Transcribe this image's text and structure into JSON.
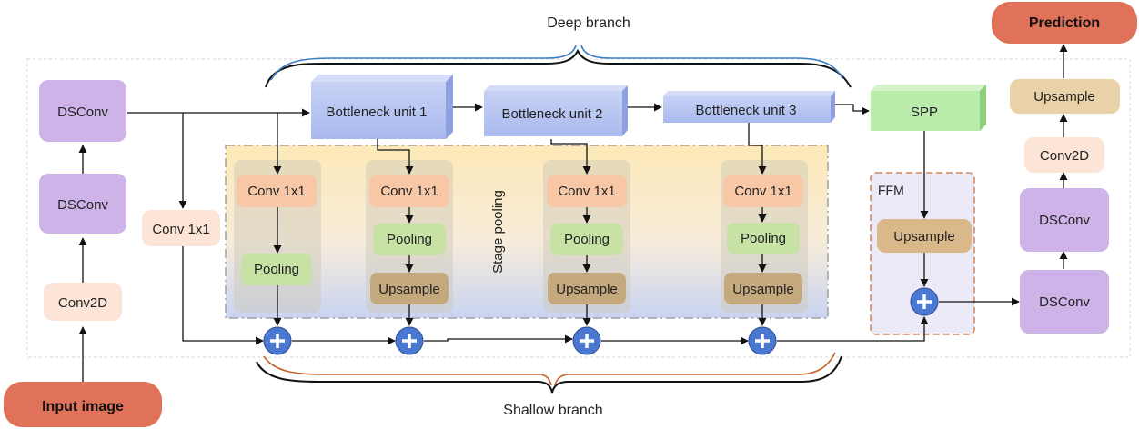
{
  "labels": {
    "deep_branch": "Deep branch",
    "shallow_branch": "Shallow branch",
    "prediction": "Prediction",
    "input_image": "Input image",
    "stage_pooling": "Stage pooling",
    "ffm": "FFM"
  },
  "blocks": {
    "dsconv_top": "DSConv",
    "dsconv_mid": "DSConv",
    "conv2d_in": "Conv2D",
    "conv1x1_side": "Conv 1x1",
    "bottleneck1": "Bottleneck unit 1",
    "bottleneck2": "Bottleneck unit 2",
    "bottleneck3": "Bottleneck unit 3",
    "spp": "SPP",
    "stage1_conv": "Conv 1x1",
    "stage1_pool": "Pooling",
    "stage2_conv": "Conv 1x1",
    "stage2_pool": "Pooling",
    "stage2_up": "Upsample",
    "stage3_conv": "Conv 1x1",
    "stage3_pool": "Pooling",
    "stage3_up": "Upsample",
    "stage4_conv": "Conv 1x1",
    "stage4_pool": "Pooling",
    "stage4_up": "Upsample",
    "ffm_upsample": "Upsample",
    "out_upsample": "Upsample",
    "out_conv2d": "Conv2D",
    "out_dsconv_top": "DSConv",
    "out_dsconv_bottom": "DSConv"
  }
}
